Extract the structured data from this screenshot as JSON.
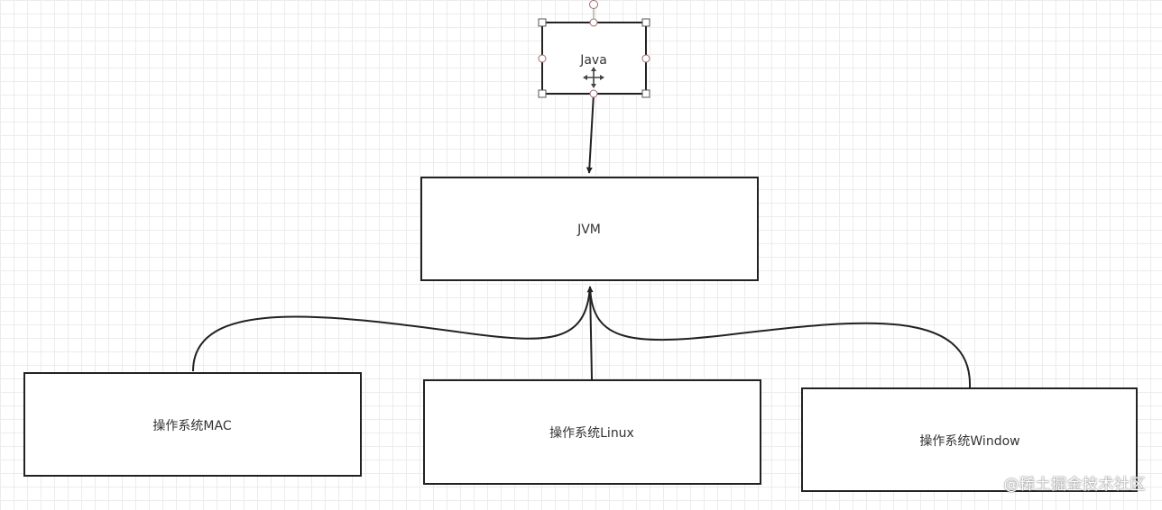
{
  "nodes": {
    "java": "Java",
    "jvm": "JVM",
    "mac": "操作系统MAC",
    "linux": "操作系统Linux",
    "window": "操作系统Window"
  },
  "edges": [
    {
      "from": "java",
      "to": "jvm"
    },
    {
      "from": "mac",
      "to": "jvm"
    },
    {
      "from": "linux",
      "to": "jvm"
    },
    {
      "from": "window",
      "to": "jvm"
    }
  ],
  "selected_node": "java",
  "watermark": "@稀土掘金技术社区"
}
